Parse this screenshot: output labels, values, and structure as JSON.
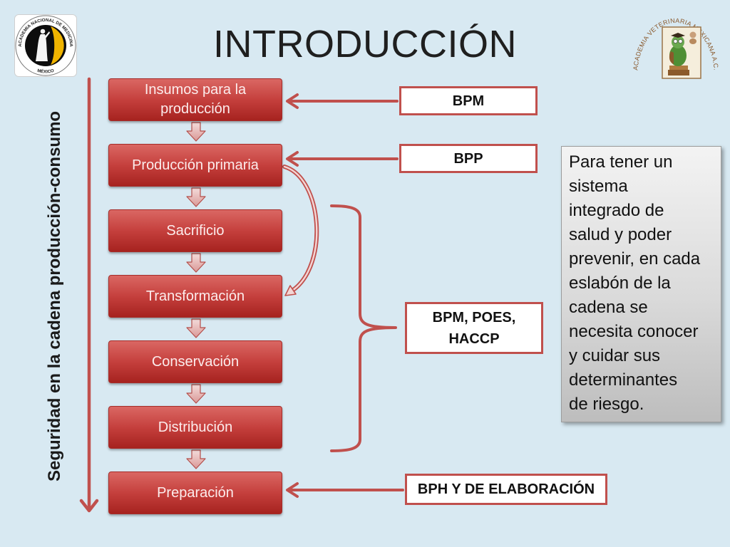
{
  "colors": {
    "background": "#d8e9f2",
    "accent": "#c0504d",
    "stage_fill": "#c5403d",
    "note_fill": "#dadada"
  },
  "slide": {
    "title": "INTRODUCCIÓN",
    "side_label": "Seguridad en la cadena producción-consumo"
  },
  "logos": {
    "left": {
      "icon": "academia-nacional-medicina-seal",
      "ring_text_top": "ACADEMIA NACIONAL DE MEDICINA",
      "ring_text_bottom": "MÉXICO"
    },
    "right": {
      "icon": "academia-veterinaria-mexicana-emblem",
      "arch_text": "ACADEMIA VETERINARIA MEXICANA A.C."
    }
  },
  "stages": [
    {
      "label": "Insumos para la producción"
    },
    {
      "label": "Producción primaria"
    },
    {
      "label": "Sacrificio"
    },
    {
      "label": "Transformación"
    },
    {
      "label": "Conservación"
    },
    {
      "label": "Distribución"
    },
    {
      "label": "Preparación"
    }
  ],
  "practices": [
    {
      "label": "BPM"
    },
    {
      "label": "BPP"
    },
    {
      "label": "BPM, POES, HACCP"
    },
    {
      "label": "BPH Y DE ELABORACIÓN"
    }
  ],
  "note": {
    "lines": [
      "Para tener un",
      "sistema",
      "integrado de",
      "salud y poder",
      "prevenir, en cada",
      "eslabón de la",
      "cadena se",
      "necesita conocer",
      "y cuidar sus",
      "determinantes",
      "de riesgo."
    ]
  }
}
